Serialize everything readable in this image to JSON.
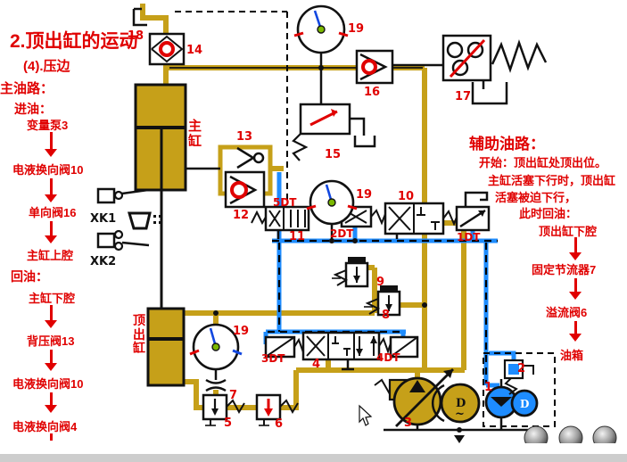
{
  "slide": {
    "title": "2.顶出缸的运动",
    "subtitle": "(4).压边"
  },
  "left_flow": {
    "heading_main": "主油路：",
    "heading_in": "进油：",
    "steps_in": [
      "变量泵3",
      "电液换向阀10",
      "单向阀16",
      "主缸上腔"
    ],
    "heading_out": "回油：",
    "steps_out": [
      "主缸下腔",
      "背压阀13",
      "电液换向阀10",
      "电液换向阀4"
    ]
  },
  "right_flow": {
    "heading": "辅助油路：",
    "lines": [
      "开始：顶出缸处顶出位。",
      "主缸活塞下行时，顶出缸",
      "活塞被迫下行，",
      "此时回油："
    ],
    "steps": [
      "顶出缸下腔",
      "固定节流器7",
      "溢流阀6",
      "油箱"
    ]
  },
  "diagram": {
    "labels": {
      "v18": "18",
      "v14": "14",
      "g19_top": "19",
      "v16": "16",
      "relay17": "17",
      "v15": "15",
      "v13": "13",
      "v12": "12",
      "main_cyl": "主缸",
      "sol5dt": "5DT",
      "v11": "11",
      "g19_mid": "19",
      "sol2dt": "2DT",
      "v10": "10",
      "sol1dt": "1DT",
      "v9": "9",
      "v8": "8",
      "eject_cyl": "顶出缸",
      "g19_bot": "19",
      "sol3dt": "3DT",
      "v4": "4",
      "sol4dt": "4DT",
      "v7": "7",
      "v5": "5",
      "v6": "6",
      "pump3": "3",
      "pump1": "1",
      "v2": "2",
      "xk1": "XK1",
      "xk2": "XK2",
      "motor_main": "D",
      "motor_main_tilde": "~",
      "motor_aux": "D"
    }
  },
  "colors": {
    "main_line": "#C6A019",
    "highlight_line": "#1E8CFF",
    "label_red": "#e00000"
  }
}
